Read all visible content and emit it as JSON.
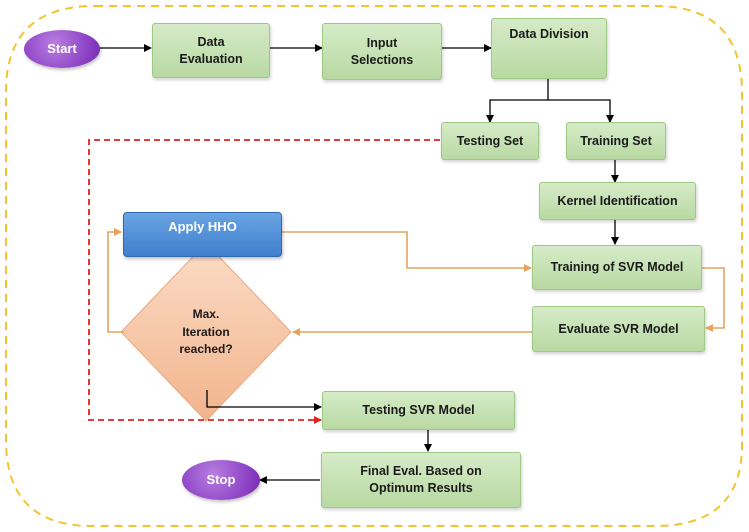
{
  "nodes": {
    "start": "Start",
    "data_evaluation": "Data\nEvaluation",
    "input_selections": "Input\nSelections",
    "data_division": "Data Division",
    "testing_set": "Testing Set",
    "training_set": "Training Set",
    "kernel_identification": "Kernel Identification",
    "apply_hho": "Apply HHO",
    "training_svr": "Training of SVR Model",
    "evaluate_svr": "Evaluate SVR Model",
    "max_iteration": "Max.\nIteration\nreached?",
    "testing_svr": "Testing SVR Model",
    "final_eval": "Final Eval. Based on\nOptimum Results",
    "stop": "Stop"
  },
  "colors": {
    "process_fill": "#c4e2b0",
    "terminal_fill": "#8a3ec4",
    "hho_fill": "#4a8ad6",
    "decision_fill": "#f6c3a3",
    "loop_arrow": "#e6a35c",
    "test_arrow": "#e02020",
    "boundary": "#f2c430",
    "main_arrow": "#000000"
  }
}
